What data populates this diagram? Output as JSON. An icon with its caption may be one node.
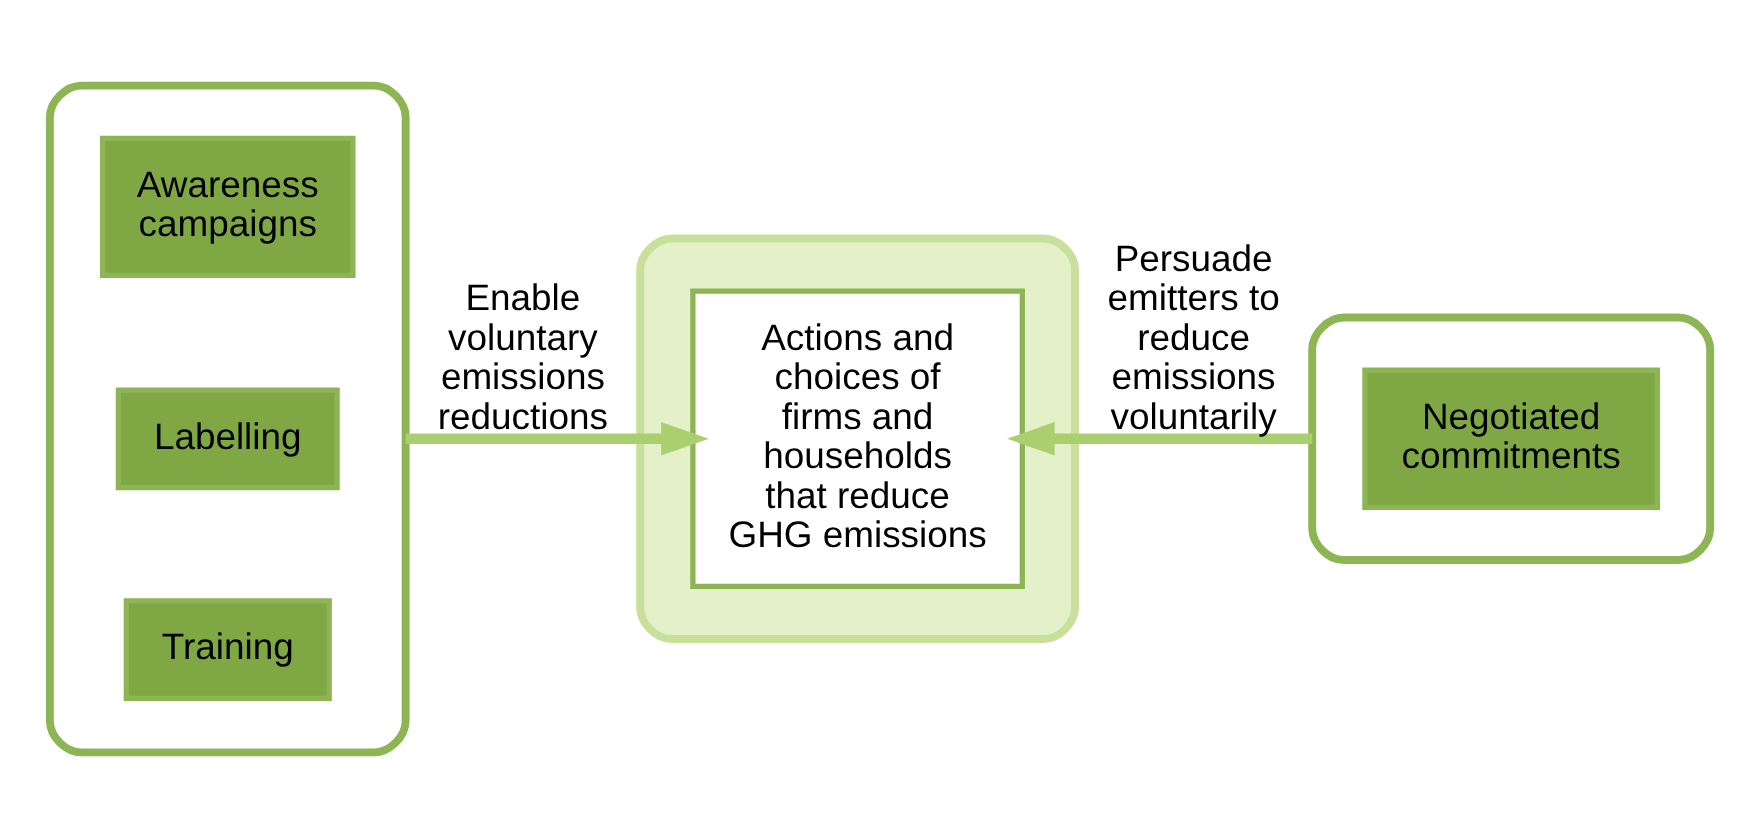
{
  "diagram": {
    "nodes": [
      {
        "text": [],
        "shape": "box"
      },
      {
        "text": [
          "Awareness campaigns"
        ],
        "in": 0
      },
      {
        "text": [
          "Labelling"
        ],
        "in": 0
      },
      {
        "text": [
          "Training"
        ],
        "in": 0
      },
      {
        "text": [],
        "shape": "ellipse"
      },
      {
        "text": [
          "Actions and choices of firms and households that reduce GHG emissions"
        ],
        "in": 4
      },
      {
        "text": [],
        "shape": "box"
      },
      {
        "text": [
          "Negotiated commitments"
        ],
        "in": 6
      }
    ],
    "edges": [
      {
        "from": 0,
        "to": 5,
        "arrow": "to",
        "label": "Enable voluntary emissions reductions"
      },
      {
        "from": 6,
        "to": 5,
        "arrow": "to",
        "label": "Persuade emitters to reduce emissions voluntarily"
      }
    ]
  }
}
